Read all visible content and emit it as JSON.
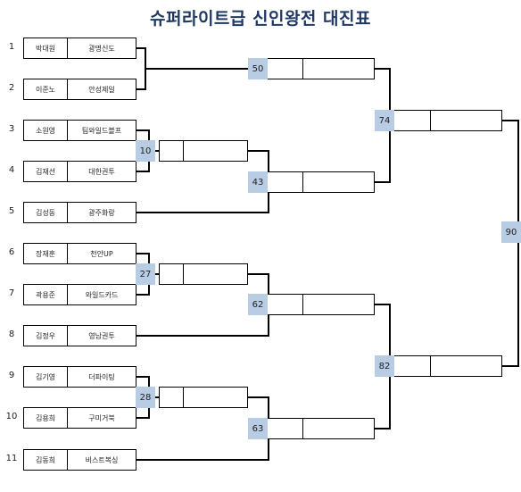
{
  "title": "슈퍼라이트급 신인왕전 대진표",
  "entries": [
    {
      "seed": "1",
      "name": "박대원",
      "club": "광명신도"
    },
    {
      "seed": "2",
      "name": "이준노",
      "club": "안성제일"
    },
    {
      "seed": "3",
      "name": "소원영",
      "club": "팀와일드블프"
    },
    {
      "seed": "4",
      "name": "김재선",
      "club": "대한권투"
    },
    {
      "seed": "5",
      "name": "김성동",
      "club": "광주화랑"
    },
    {
      "seed": "6",
      "name": "장재훈",
      "club": "천안UP"
    },
    {
      "seed": "7",
      "name": "곽용준",
      "club": "와일드카드"
    },
    {
      "seed": "8",
      "name": "김정우",
      "club": "영남권투"
    },
    {
      "seed": "9",
      "name": "김기영",
      "club": "더파이팅"
    },
    {
      "seed": "10",
      "name": "김용희",
      "club": "구미거북"
    },
    {
      "seed": "11",
      "name": "김동희",
      "club": "비스트복싱"
    }
  ],
  "matches": {
    "m10": "10",
    "m27": "27",
    "m28": "28",
    "m50": "50",
    "m43": "43",
    "m62": "62",
    "m63": "63",
    "m74": "74",
    "m82": "82",
    "m90": "90"
  }
}
